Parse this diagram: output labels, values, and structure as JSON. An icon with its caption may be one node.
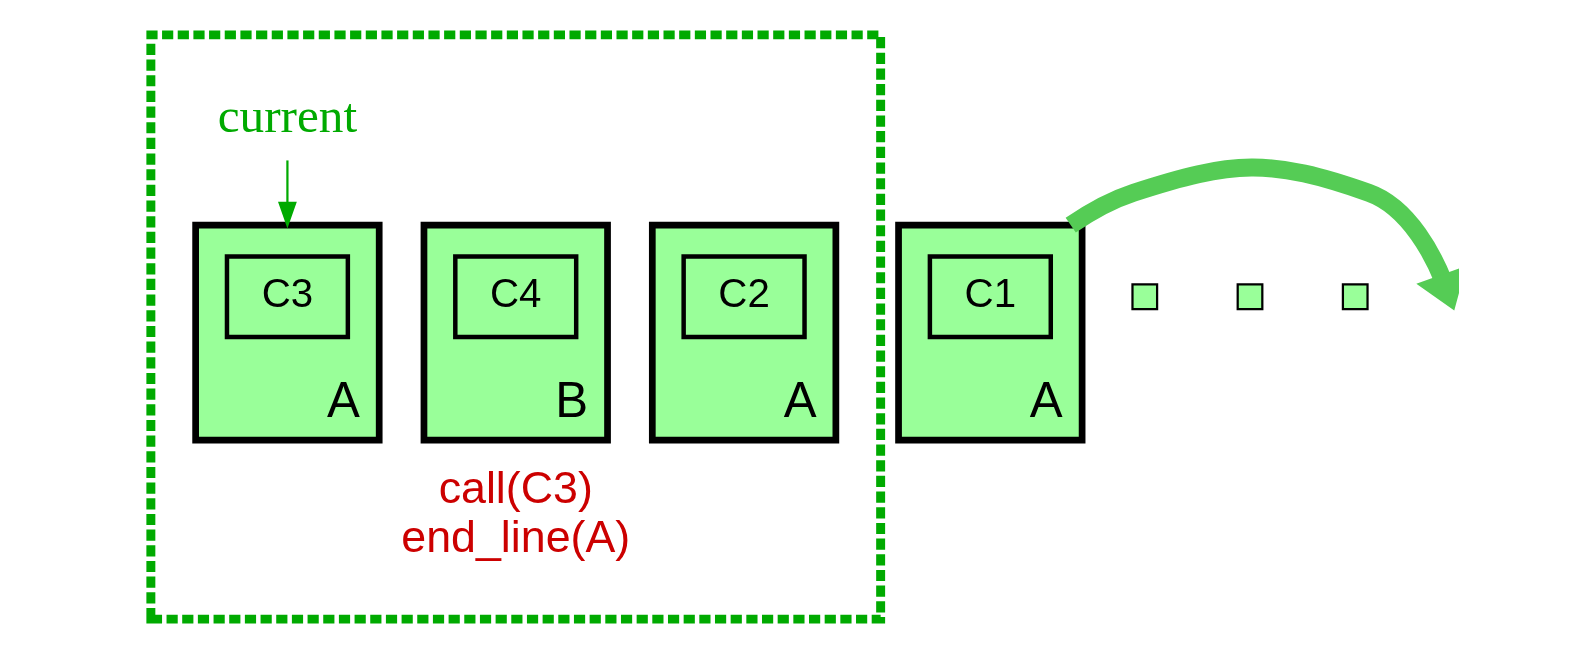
{
  "diagram": {
    "nodes": [
      {
        "text": [],
        "shape": "box"
      },
      {
        "text": [
          "current"
        ],
        "in": 0
      },
      {
        "text": [
          "A"
        ]
      },
      {
        "text": [
          "C1"
        ],
        "in": 2
      },
      {
        "text": [
          "A"
        ],
        "in": 0
      },
      {
        "text": [
          "C2"
        ],
        "in": 4
      },
      {
        "text": [
          "A"
        ],
        "in": 0
      },
      {
        "text": [
          "C3"
        ],
        "in": 6
      },
      {
        "text": [
          "B"
        ],
        "in": 0
      },
      {
        "text": [
          "C4"
        ],
        "in": 8
      },
      {
        "text": [],
        "shape": "box"
      },
      {
        "text": [],
        "shape": "box"
      },
      {
        "text": [],
        "shape": "box"
      }
    ],
    "edges": [
      {
        "from": 1,
        "to": 6,
        "arrow": "to",
        "color": "#00aa00"
      },
      {
        "from": 2,
        "to": null,
        "arrow": "to",
        "style": "thick"
      }
    ],
    "labels": [
      "call(C3)",
      "end_line(A)"
    ]
  }
}
